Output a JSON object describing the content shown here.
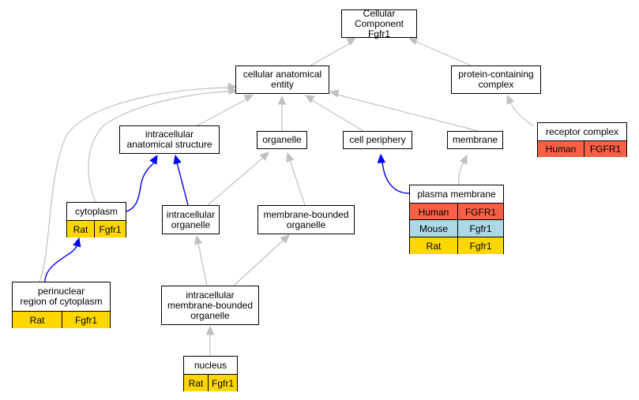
{
  "colors": {
    "Human": "#fa6045",
    "Mouse": "#add8e6",
    "Rat": "#ffd700",
    "edge_blue": "#0000ff",
    "edge_gray": "#c0c0c0"
  },
  "nodes": {
    "cellular_component": {
      "label": "Cellular Component\nFgfr1"
    },
    "cellular_anatomical_entity": {
      "label": "cellular anatomical\nentity"
    },
    "protein_containing_complex": {
      "label": "protein-containing\ncomplex"
    },
    "receptor_complex": {
      "label": "receptor complex",
      "rows": [
        {
          "species": "Human",
          "gene": "FGFR1"
        }
      ]
    },
    "intracellular_anatomical_structure": {
      "label": "intracellular\nanatomical structure"
    },
    "organelle": {
      "label": "organelle"
    },
    "cell_periphery": {
      "label": "cell periphery"
    },
    "membrane": {
      "label": "membrane"
    },
    "cytoplasm": {
      "label": "cytoplasm",
      "rows": [
        {
          "species": "Rat",
          "gene": "Fgfr1"
        }
      ]
    },
    "intracellular_organelle": {
      "label": "intracellular\norganelle"
    },
    "membrane_bounded_organelle": {
      "label": "membrane-bounded\norganelle"
    },
    "plasma_membrane": {
      "label": "plasma membrane",
      "rows": [
        {
          "species": "Human",
          "gene": "FGFR1"
        },
        {
          "species": "Mouse",
          "gene": "Fgfr1"
        },
        {
          "species": "Rat",
          "gene": "Fgfr1"
        }
      ]
    },
    "perinuclear_region": {
      "label": "perinuclear\nregion of cytoplasm",
      "rows": [
        {
          "species": "Rat",
          "gene": "Fgfr1"
        }
      ]
    },
    "intracellular_membrane_bounded_organelle": {
      "label": "intracellular\nmembrane-bounded\norganelle"
    },
    "nucleus": {
      "label": "nucleus",
      "rows": [
        {
          "species": "Rat",
          "gene": "Fgfr1"
        }
      ]
    }
  },
  "edges": [
    {
      "from": "cellular_anatomical_entity",
      "to": "cellular_component",
      "kind": "is_a"
    },
    {
      "from": "protein_containing_complex",
      "to": "cellular_component",
      "kind": "is_a"
    },
    {
      "from": "receptor_complex",
      "to": "protein_containing_complex",
      "kind": "is_a"
    },
    {
      "from": "intracellular_anatomical_structure",
      "to": "cellular_anatomical_entity",
      "kind": "is_a"
    },
    {
      "from": "organelle",
      "to": "cellular_anatomical_entity",
      "kind": "is_a"
    },
    {
      "from": "cell_periphery",
      "to": "cellular_anatomical_entity",
      "kind": "is_a"
    },
    {
      "from": "membrane",
      "to": "cellular_anatomical_entity",
      "kind": "is_a"
    },
    {
      "from": "cytoplasm",
      "to": "cellular_anatomical_entity",
      "kind": "is_a"
    },
    {
      "from": "perinuclear_region",
      "to": "cellular_anatomical_entity",
      "kind": "is_a"
    },
    {
      "from": "cytoplasm",
      "to": "intracellular_anatomical_structure",
      "kind": "part_of"
    },
    {
      "from": "intracellular_organelle",
      "to": "intracellular_anatomical_structure",
      "kind": "part_of"
    },
    {
      "from": "intracellular_organelle",
      "to": "organelle",
      "kind": "is_a"
    },
    {
      "from": "membrane_bounded_organelle",
      "to": "organelle",
      "kind": "is_a"
    },
    {
      "from": "plasma_membrane",
      "to": "cell_periphery",
      "kind": "part_of"
    },
    {
      "from": "plasma_membrane",
      "to": "membrane",
      "kind": "is_a"
    },
    {
      "from": "perinuclear_region",
      "to": "cytoplasm",
      "kind": "part_of"
    },
    {
      "from": "intracellular_membrane_bounded_organelle",
      "to": "intracellular_organelle",
      "kind": "is_a"
    },
    {
      "from": "intracellular_membrane_bounded_organelle",
      "to": "membrane_bounded_organelle",
      "kind": "is_a"
    },
    {
      "from": "nucleus",
      "to": "intracellular_membrane_bounded_organelle",
      "kind": "is_a"
    }
  ]
}
